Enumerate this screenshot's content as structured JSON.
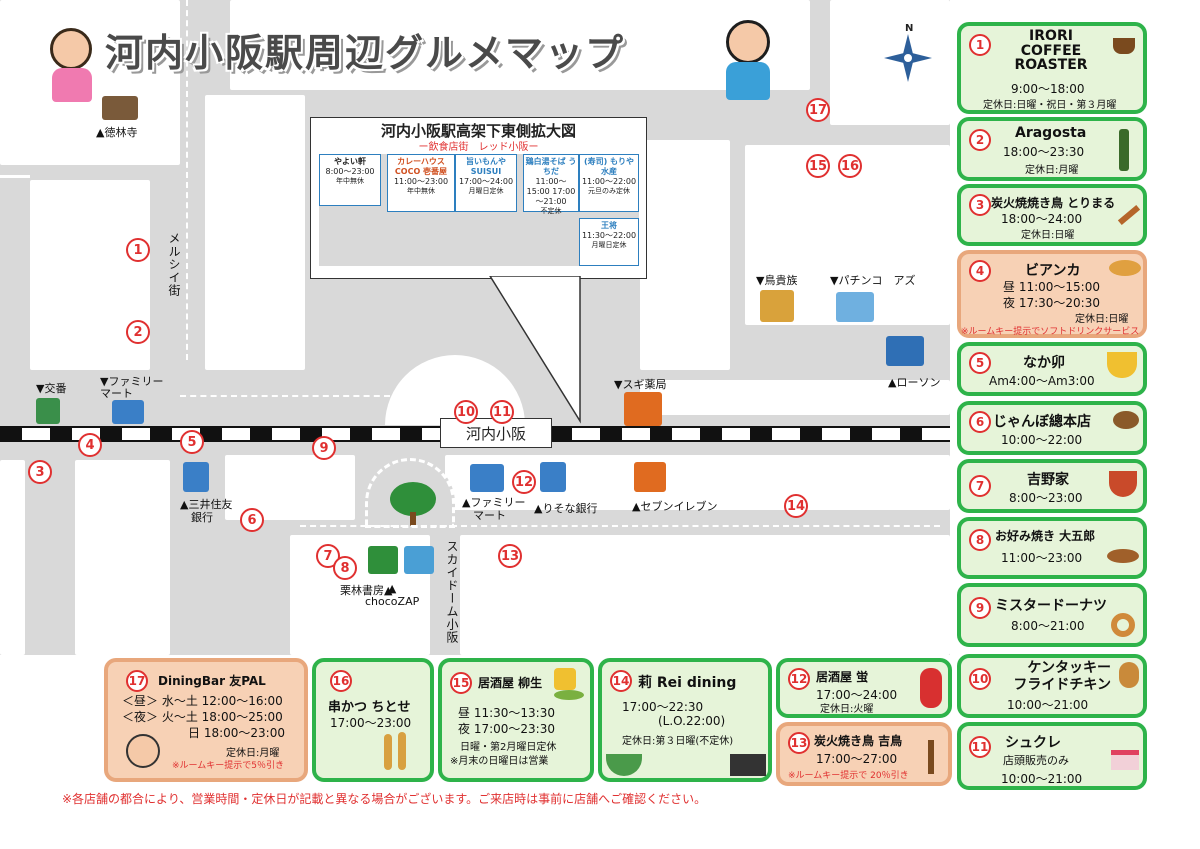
{
  "title": "河内小阪駅周辺グルメマップ",
  "inset": {
    "title": "河内小阪駅高架下東側拡大図",
    "subtitle": "ー飲食店街　レッド小阪ー",
    "shops": [
      {
        "name": "やよい軒",
        "hours": "8:00～23:00",
        "note": "年中無休"
      },
      {
        "name": "カレーハウスCOCO 壱番屋",
        "hours": "11:00～23:00",
        "note": "年中無休"
      },
      {
        "name": "旨いもんや SUISUI",
        "hours": "17:00～24:00",
        "note": "月曜日定休"
      },
      {
        "name": "鶏白湯そば うちだ",
        "hours": "11:00～15:00 17:00～21:00",
        "note": "不定休"
      },
      {
        "name": "(寿司) もりや水産",
        "hours": "11:00～22:00",
        "note": "元旦のみ定休"
      },
      {
        "name": "王将",
        "hours": "11:30～22:00",
        "note": "月曜日定休"
      }
    ]
  },
  "map": {
    "labels": {
      "tokurinji": "▲徳林寺",
      "merushii": "メルシイ街",
      "koban": "▼交番",
      "familymart1": "▼ファミリー\nマート",
      "torikizoku": "▼鳥貴族",
      "pachinko": "▼パチンコ　アズ",
      "sugi": "▼スギ薬局",
      "lawson": "▲ローソン",
      "station": "河内小阪",
      "mitsui": "▲三井住友\n　銀行",
      "familymart2": "▲ファミリー\n　マート",
      "resona": "▲りそな銀行",
      "seven": "▲セブンイレブン",
      "kurin": "栗林書房▲",
      "choco": "▲\nchocoZAP",
      "skydome": "スカイドーム小阪"
    },
    "pins": [
      "1",
      "2",
      "3",
      "4",
      "5",
      "6",
      "7",
      "8",
      "9",
      "10",
      "11",
      "12",
      "13",
      "14",
      "15",
      "16",
      "17"
    ]
  },
  "sidebar": [
    {
      "num": "1",
      "name": "IRORI\nCOFFEE\nROASTER",
      "hours": "9:00～18:00",
      "closed": "定休日:日曜・祝日・第３月曜"
    },
    {
      "num": "2",
      "name": "Aragosta",
      "hours": "18:00～23:30",
      "closed": "定休日:月曜"
    },
    {
      "num": "3",
      "name": "炭火焼焼き鳥 とりまる",
      "hours": "18:00～24:00",
      "closed": "定休日:日曜"
    },
    {
      "num": "4",
      "name": "ビアンカ",
      "hours1": "昼 11:00～15:00",
      "hours2": "夜 17:30～20:30",
      "closed": "定休日:日曜",
      "note": "※ルームキー提示でソフトドリンクサービス"
    },
    {
      "num": "5",
      "name": "なか卯",
      "hours": "Am4:00～Am3:00"
    },
    {
      "num": "6",
      "name": "じゃんぼ總本店",
      "hours": "10:00～22:00"
    },
    {
      "num": "7",
      "name": "吉野家",
      "hours": "8:00～23:00"
    },
    {
      "num": "8",
      "name": "お好み焼き 大五郎",
      "hours": "11:00～23:00"
    },
    {
      "num": "9",
      "name": "ミスタードーナツ",
      "hours": "8:00～21:00"
    },
    {
      "num": "10",
      "name": "ケンタッキー\nフライドチキン",
      "hours": "10:00～21:00"
    },
    {
      "num": "11",
      "name": "シュクレ",
      "sub": "店頭販売のみ",
      "hours": "10:00～21:00"
    }
  ],
  "bottom": [
    {
      "num": "17",
      "name": "DiningBar 友PAL",
      "l1": "＜昼＞ 水～土 12:00～16:00",
      "l2": "＜夜＞ 火～土 18:00～25:00",
      "l3": "日 18:00～23:00",
      "closed": "定休日:月曜",
      "note": "※ルームキー提示で5％引き"
    },
    {
      "num": "16",
      "name": "串かつ ちとせ",
      "hours": "17:00～23:00"
    },
    {
      "num": "15",
      "name": "居酒屋 柳生",
      "l1": "昼 11:30～13:30",
      "l2": "夜 17:00～23:30",
      "l3": "日曜・第2月曜日定休",
      "l4": "※月末の日曜日は営業"
    },
    {
      "num": "14",
      "name": "莉 Rei dining",
      "l1": "17:00～22:30",
      "l2": "(L.O.22:00)",
      "l3": "定休日:第３日曜(不定休)"
    },
    {
      "num": "12",
      "name": "居酒屋 蛍",
      "hours": "17:00～24:00",
      "closed": "定休日:火曜"
    },
    {
      "num": "13",
      "name": "炭火焼き鳥 吉鳥",
      "hours": "17:00～27:00",
      "note": "※ルームキー提示で 20％引き"
    }
  ],
  "footer": "※各店舗の都合により、営業時間・定休日が記載と異なる場合がございます。ご来店時は事前に店舗へご確認ください。",
  "compass_letter": "N"
}
